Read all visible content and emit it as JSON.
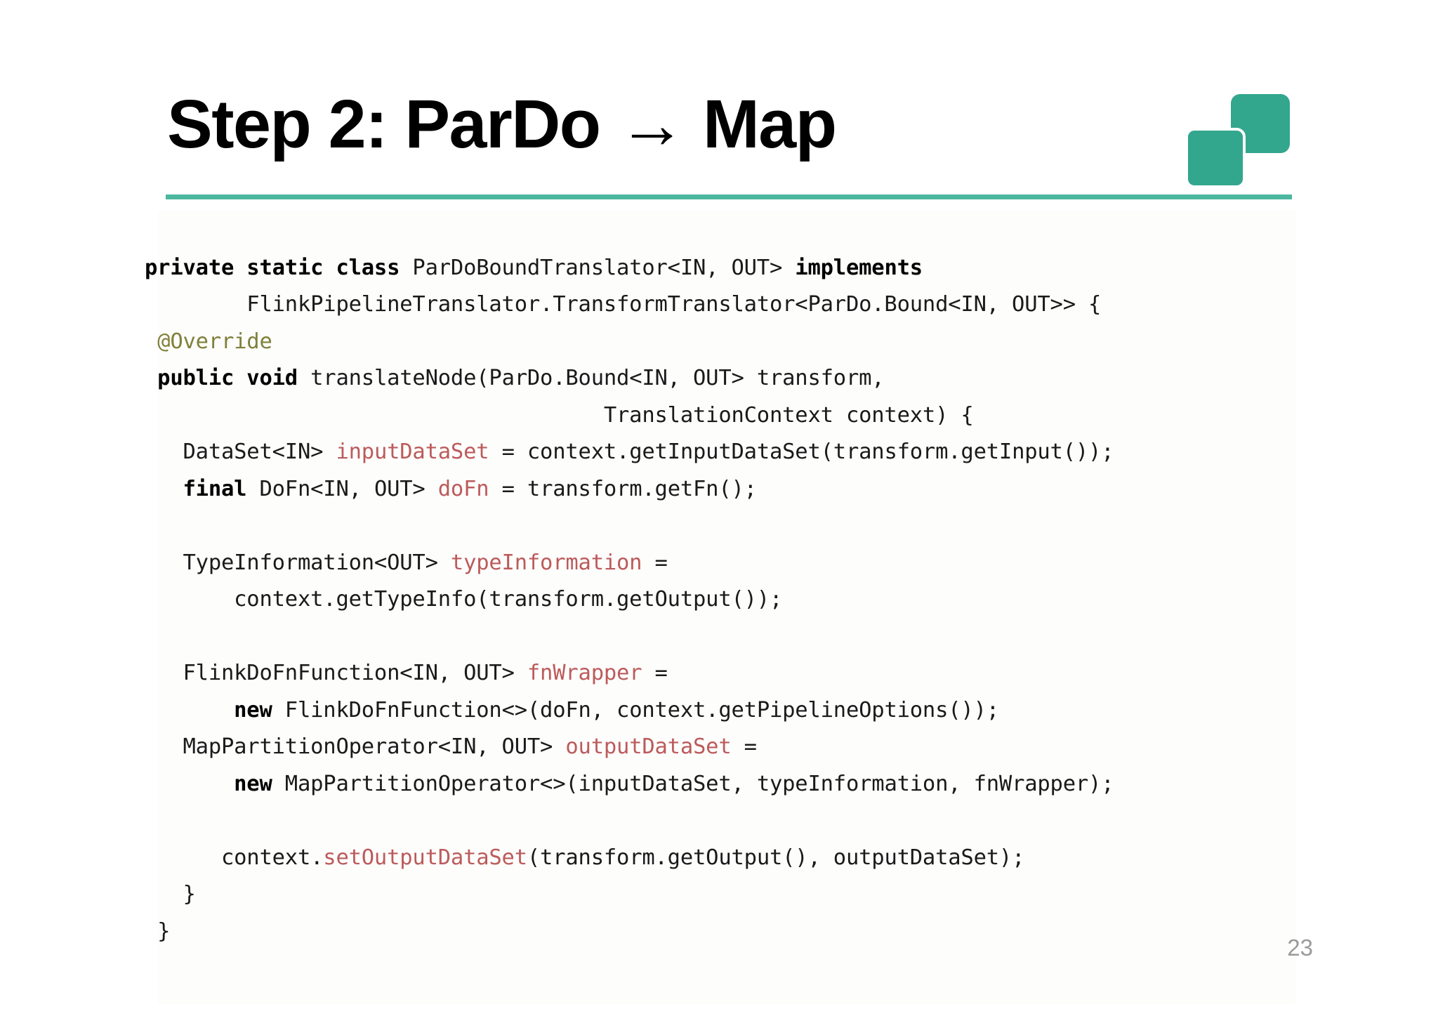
{
  "slide": {
    "title": "Step 2: ParDo → Map",
    "number": "23",
    "accent_color": "#33a68e",
    "rule_color": "#4cb79f",
    "keyword_color": "#000000",
    "annotation_color": "#80803b",
    "identifier_color": "#bc5b5b",
    "text_color": "#1a1a1a",
    "slide_number_color": "#9a9a9a",
    "background_color": "#ffffff"
  },
  "logo": {
    "name": "two-overlapping-rounded-squares",
    "color": "#33a68e"
  },
  "code": {
    "language": "java",
    "lines": [
      [
        {
          "t": "private static class ",
          "c": "kw"
        },
        {
          "t": "ParDoBoundTranslator<IN, OUT> ",
          "c": "plain"
        },
        {
          "t": "implements",
          "c": "kw"
        }
      ],
      [
        {
          "t": "        FlinkPipelineTranslator.TransformTranslator<ParDo.Bound<IN, OUT>> {",
          "c": "plain"
        }
      ],
      [
        {
          "t": " @Override",
          "c": "ann"
        }
      ],
      [
        {
          "t": " public void ",
          "c": "kw"
        },
        {
          "t": "translateNode(ParDo.Bound<IN, OUT> transform,",
          "c": "plain"
        }
      ],
      [
        {
          "t": "                                    TranslationContext context) {",
          "c": "plain"
        }
      ],
      [
        {
          "t": "   DataSet<IN> ",
          "c": "plain"
        },
        {
          "t": "inputDataSet",
          "c": "ident"
        },
        {
          "t": " = context.getInputDataSet(transform.getInput());",
          "c": "plain"
        }
      ],
      [
        {
          "t": "   final",
          "c": "kw"
        },
        {
          "t": " DoFn<IN, OUT> ",
          "c": "plain"
        },
        {
          "t": "doFn",
          "c": "ident"
        },
        {
          "t": " = transform.getFn();",
          "c": "plain"
        }
      ],
      [
        {
          "t": "",
          "c": "plain"
        }
      ],
      [
        {
          "t": "   TypeInformation<OUT> ",
          "c": "plain"
        },
        {
          "t": "typeInformation",
          "c": "ident"
        },
        {
          "t": " =",
          "c": "plain"
        }
      ],
      [
        {
          "t": "       context.getTypeInfo(transform.getOutput());",
          "c": "plain"
        }
      ],
      [
        {
          "t": "",
          "c": "plain"
        }
      ],
      [
        {
          "t": "   FlinkDoFnFunction<IN, OUT> ",
          "c": "plain"
        },
        {
          "t": "fnWrapper",
          "c": "ident"
        },
        {
          "t": " =",
          "c": "plain"
        }
      ],
      [
        {
          "t": "       new",
          "c": "kw"
        },
        {
          "t": " FlinkDoFnFunction<>(doFn, context.getPipelineOptions());",
          "c": "plain"
        }
      ],
      [
        {
          "t": "   MapPartitionOperator<IN, OUT> ",
          "c": "plain"
        },
        {
          "t": "outputDataSet",
          "c": "ident"
        },
        {
          "t": " =",
          "c": "plain"
        }
      ],
      [
        {
          "t": "       new",
          "c": "kw"
        },
        {
          "t": " MapPartitionOperator<>(inputDataSet, typeInformation, fnWrapper);",
          "c": "plain"
        }
      ],
      [
        {
          "t": "",
          "c": "plain"
        }
      ],
      [
        {
          "t": "      context.",
          "c": "plain"
        },
        {
          "t": "setOutputDataSet",
          "c": "ident"
        },
        {
          "t": "(transform.getOutput(), outputDataSet);",
          "c": "plain"
        }
      ],
      [
        {
          "t": "   }",
          "c": "plain"
        }
      ],
      [
        {
          "t": " }",
          "c": "plain"
        }
      ]
    ]
  }
}
